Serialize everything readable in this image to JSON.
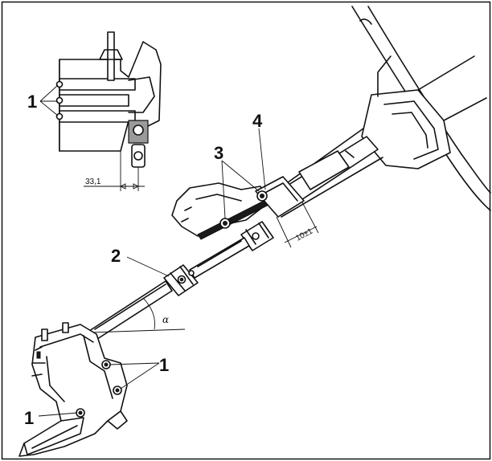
{
  "callouts": {
    "c1_inset": "1",
    "c1_right": "1",
    "c1_left": "1",
    "c2": "2",
    "c3": "3",
    "c4": "4"
  },
  "dimensions": {
    "inset_offset": "33,1",
    "shaft_gap": "10±1",
    "angle_symbol": "α"
  }
}
